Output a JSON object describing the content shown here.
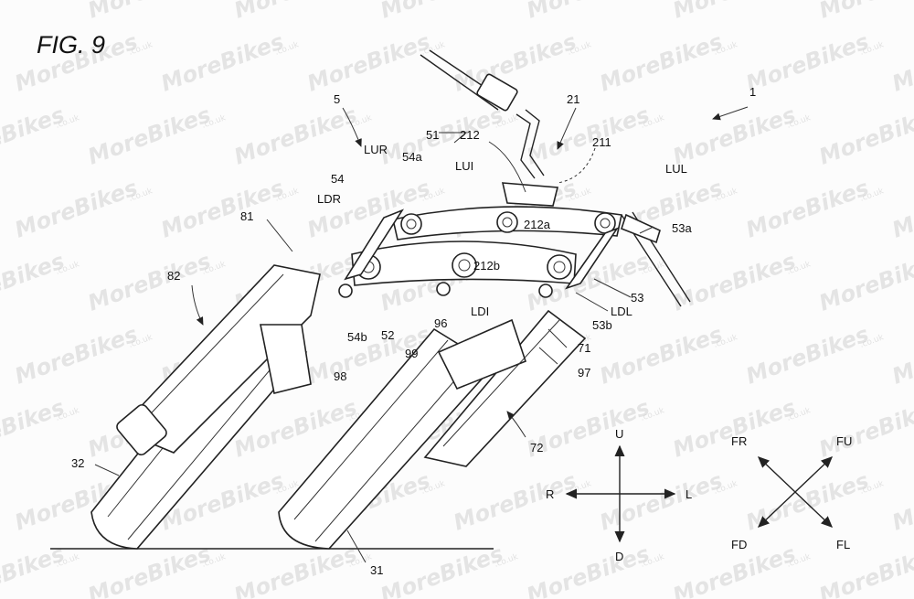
{
  "figure": {
    "title": "FIG. 9"
  },
  "watermark": {
    "text": "MoreBikes",
    "suffix": ".co.uk"
  },
  "labels": {
    "l1": "1",
    "l5": "5",
    "l21": "21",
    "l211": "211",
    "l212": "212",
    "l212a": "212a",
    "l212b": "212b",
    "l31": "31",
    "l32": "32",
    "l51": "51",
    "l52": "52",
    "l53": "53",
    "l53a": "53a",
    "l53b": "53b",
    "l54": "54",
    "l54a": "54a",
    "l54b": "54b",
    "l71": "71",
    "l72": "72",
    "l81": "81",
    "l82": "82",
    "l96": "96",
    "l97": "97",
    "l98": "98",
    "l99": "99",
    "LUR": "LUR",
    "LUI": "LUI",
    "LUL": "LUL",
    "LDR": "LDR",
    "LDI": "LDI",
    "LDL": "LDL"
  },
  "axes_cross": {
    "up": "U",
    "down": "D",
    "right": "R",
    "left": "L"
  },
  "axes_diag": {
    "fr": "FR",
    "fu": "FU",
    "fd": "FD",
    "fl": "FL"
  }
}
